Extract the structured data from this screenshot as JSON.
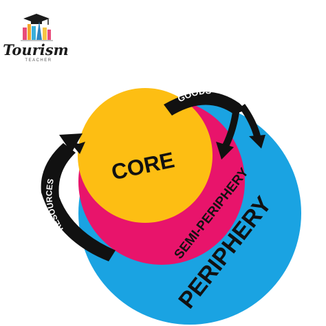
{
  "logo": {
    "word": "Tourism",
    "sub": "TEACHER"
  },
  "diagram": {
    "core_label": "CORE",
    "semi_label": "SEMI-PERIPHERY",
    "periphery_label": "PERIPHERY",
    "goods_label": "GOODS",
    "resources_label": "RESOURCES",
    "colors": {
      "core": "#FDBE13",
      "semi": "#E8146B",
      "periphery": "#1AA3E2",
      "arrow": "#111111",
      "text": "#111111",
      "arrow_text": "#ffffff"
    }
  }
}
